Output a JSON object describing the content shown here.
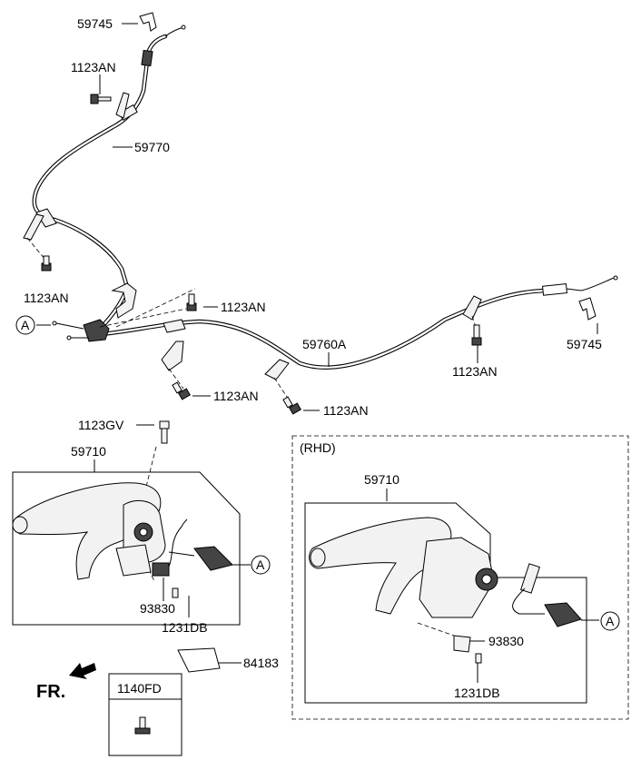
{
  "labels": {
    "clip_top": "59745",
    "bolt_top": "1123AN",
    "cable_upper": "59770",
    "bolt_left": "1123AN",
    "bolt_mid": "1123AN",
    "circle_a_left": "A",
    "cable_main": "59760A",
    "bolt_right": "1123AN",
    "clip_right": "59745",
    "bolt_low1": "1123AN",
    "bolt_low2": "1123AN",
    "bolt_gv": "1123GV",
    "lever_lhd": "59710",
    "circle_a_lhd": "A",
    "switch_lhd": "93830",
    "screw_lhd": "1231DB",
    "pad": "84183",
    "rhd_title": "(RHD)",
    "lever_rhd": "59710",
    "switch_rhd": "93830",
    "circle_a_rhd": "A",
    "screw_rhd": "1231DB",
    "fr": "FR.",
    "box_code": "1140FD"
  }
}
